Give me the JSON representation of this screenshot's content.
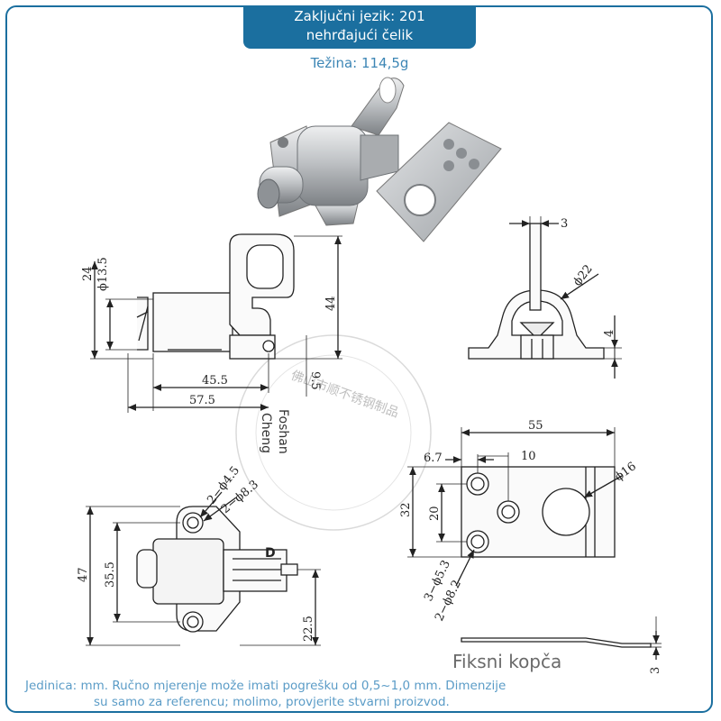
{
  "header": {
    "line1": "Zaključni jezik: 201",
    "line2": "nehrđajući čelik",
    "weight": "Težina: 114,5g"
  },
  "side_view": {
    "d_24": "24",
    "d_phi135": "ϕ13.5",
    "d_44": "44",
    "d_455": "45.5",
    "d_95": "9.5",
    "d_575": "57.5"
  },
  "end_view": {
    "d_3": "3",
    "d_phi22": "ϕ22",
    "d_4": "4"
  },
  "top_view": {
    "d_2phi45": "2−ϕ4.5",
    "d_2phi83": "2−ϕ8.3",
    "d_47": "47",
    "d_355": "35.5",
    "d_225": "22.5",
    "mark_d": "D"
  },
  "plate_view": {
    "d_55": "55",
    "d_67": "6.7",
    "d_10": "10",
    "d_phi16": "ϕ16",
    "d_32": "32",
    "d_20": "20",
    "d_3phi53": "3−ϕ5.3",
    "d_2phi82": "2−ϕ8.2",
    "d_3": "3"
  },
  "watermark": {
    "line1": "Foshan",
    "line2": "Cheng",
    "chinese": "佛山市顺不锈钢制品"
  },
  "caption": "Fiksni kopča",
  "note": {
    "line1": "Jedinica: mm. Ručno mjerenje može imati pogrešku od 0,5~1,0 mm. Dimenzije",
    "line2": "su samo za referencu; molimo, provjerite stvarni proizvod."
  },
  "colors": {
    "accent": "#1b6f9f",
    "weight_text": "#3d86b5",
    "note_text": "#5b9cc7",
    "caption_text": "#6a6a6a",
    "metal": "#c9cbcd"
  }
}
